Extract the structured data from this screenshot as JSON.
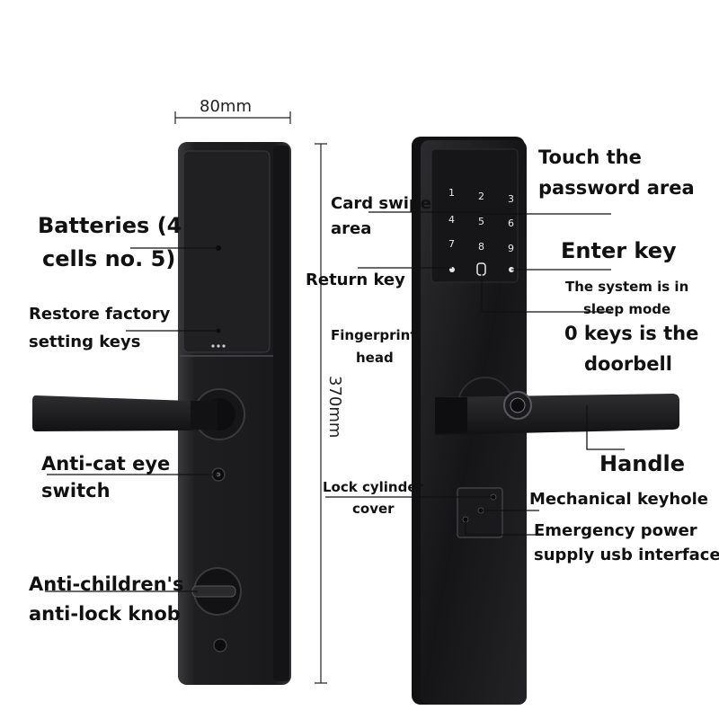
{
  "dimensions": {
    "width": "80mm",
    "height": "370mm"
  },
  "left_labels": {
    "batteries_line1": "Batteries (4",
    "batteries_line2": "cells no. 5)",
    "restore_line1": "Restore factory",
    "restore_line2": "setting keys",
    "anticat_line1": "Anti-cat eye",
    "anticat_line2": "switch",
    "antichild_line1": "Anti-children's",
    "antichild_line2": "anti-lock knob"
  },
  "middle_labels": {
    "card_line1": "Card swipe",
    "card_line2": "area",
    "return_key": "Return key",
    "fingerprint_line1": "Fingerprint",
    "fingerprint_line2": "head",
    "cylinder_line1": "Lock cylinder",
    "cylinder_line2": "cover"
  },
  "right_labels": {
    "touch_line1": "Touch the",
    "touch_line2": "password area",
    "enter_key": "Enter key",
    "sleep_line1": "The system is in",
    "sleep_line2": "sleep mode",
    "doorbell_line1": "0 keys is the",
    "doorbell_line2": "doorbell",
    "handle": "Handle",
    "keyhole": "Mechanical keyhole",
    "usb_line1": "Emergency power",
    "usb_line2": "supply usb interface"
  },
  "keypad": [
    "1",
    "2",
    "3",
    "4",
    "5",
    "6",
    "7",
    "8",
    "9"
  ],
  "colors": {
    "lock_body": "#1c1c1e",
    "panel": "#2a2a2d",
    "key_glyph": "#e8e8e8",
    "leader": "#111111"
  }
}
